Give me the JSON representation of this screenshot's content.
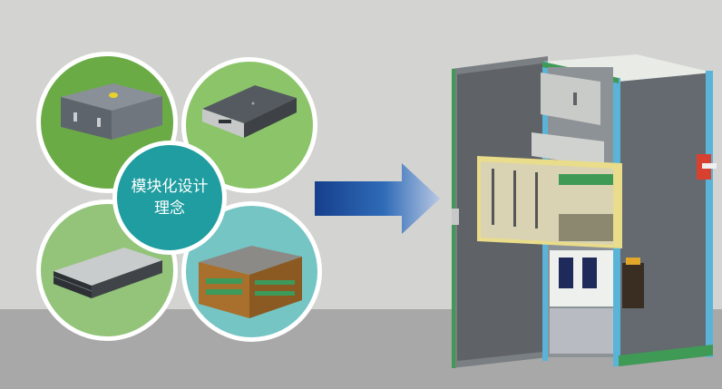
{
  "concept": {
    "line1": "模块化设计",
    "line2": "理念"
  },
  "colors": {
    "background": "#d3d3d1",
    "floor": "#a8a8a8",
    "center_circle": "#1f9da0",
    "bubble_top_left": "#6aab46",
    "bubble_top_right": "#8cc569",
    "bubble_bottom_left": "#93c47a",
    "bubble_bottom_right": "#75c5c4",
    "arrow": "#1c4f9c",
    "cabinet_frame": "#5ab4d8",
    "cabinet_panel": "#5f6266"
  },
  "icons": {
    "module_1": "gray-rack-module",
    "module_2": "silver-rack-module",
    "module_3": "dark-rack-module",
    "module_4": "circuit-board-module",
    "arrow": "right-arrow",
    "cabinet": "switchgear-cabinet"
  }
}
